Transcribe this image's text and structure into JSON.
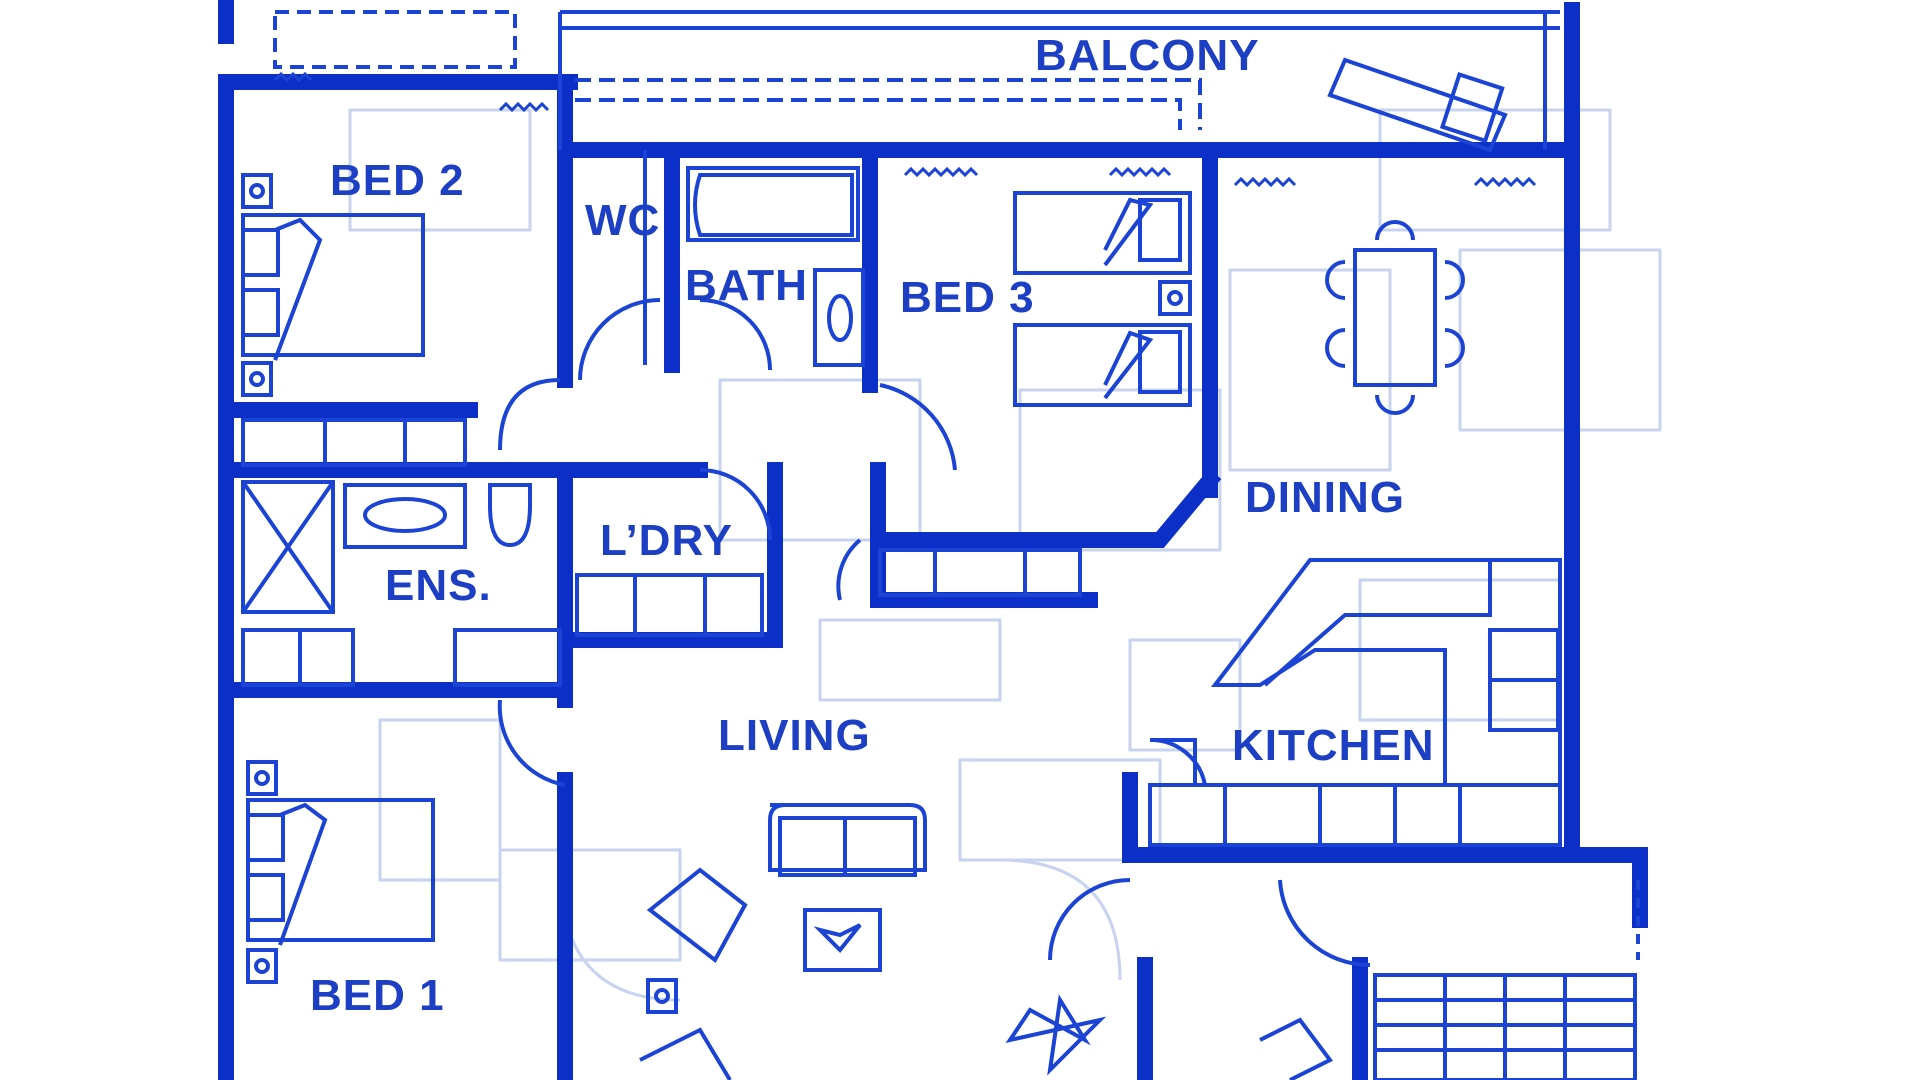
{
  "plan": {
    "colors": {
      "wall": "#0b2fc7",
      "line": "#1c44d4",
      "ghost": "#c8d3f0",
      "paper": "#ffffff"
    },
    "rooms": {
      "balcony": "BALCONY",
      "bed2": "BED 2",
      "wc": "WC",
      "bath": "BATH",
      "bed3": "BED 3",
      "dining": "DINING",
      "ldry": "L’DRY",
      "ens": "ENS.",
      "living": "LIVING",
      "kitchen": "KITCHEN",
      "bed1": "BED 1"
    }
  }
}
